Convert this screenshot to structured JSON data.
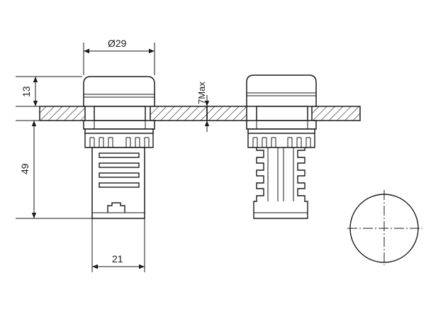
{
  "dimensions": {
    "diameter_top": "Ø29",
    "height_top": "13",
    "panel_max": "7Max",
    "height_body": "49",
    "width_base": "21"
  },
  "colors": {
    "ink": "#1a1a1a",
    "background": "#ffffff"
  }
}
